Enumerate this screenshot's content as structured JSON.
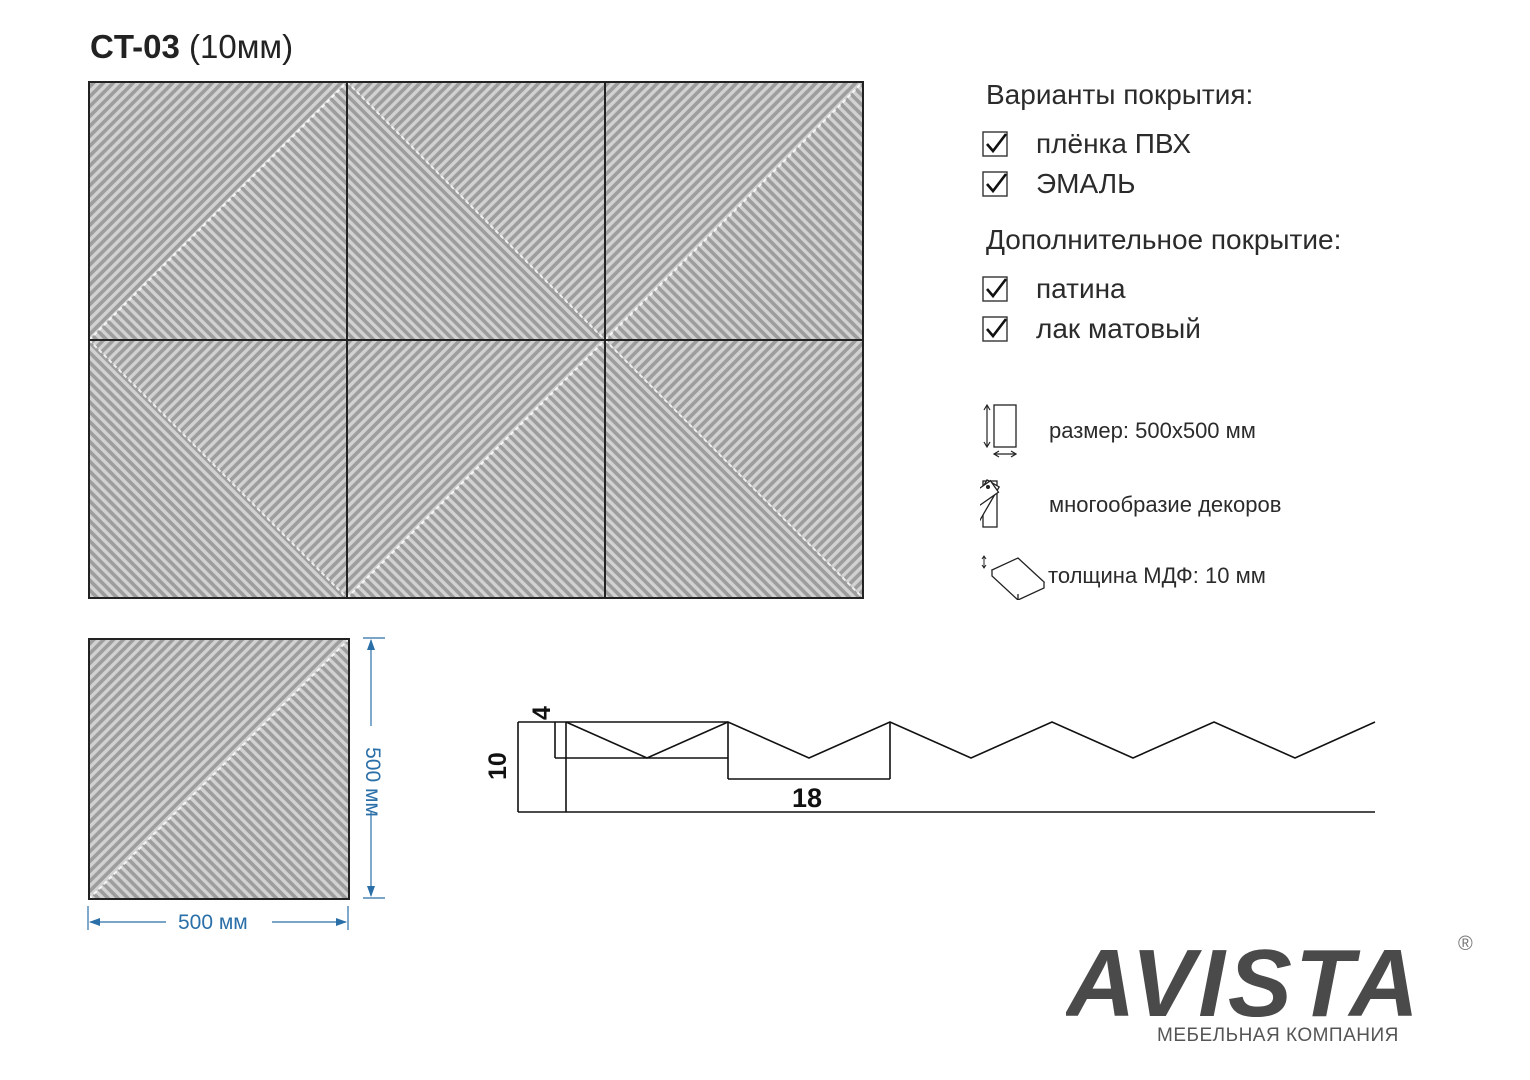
{
  "header": {
    "code": "CT-03",
    "thickness": "(10мм)"
  },
  "coating": {
    "heading": "Варианты покрытия:",
    "options": [
      {
        "label": "плёнка ПВХ",
        "checked": true
      },
      {
        "label": "ЭМАЛЬ",
        "checked": true
      }
    ]
  },
  "additional": {
    "heading": "Дополнительное покрытие:",
    "options": [
      {
        "label": "патина",
        "checked": true
      },
      {
        "label": "лак матовый",
        "checked": true
      }
    ]
  },
  "specs": {
    "size": "размер: 500х500 мм",
    "decors": "многообразие декоров",
    "thickness": "толщина МДФ: 10 мм"
  },
  "panel_dimensions": {
    "height": "500 мм",
    "width": "500 мм"
  },
  "profile": {
    "total_depth": "10",
    "groove_depth": "4",
    "pitch": "18"
  },
  "brand": {
    "name": "AVISTA",
    "registered": "®",
    "tagline": "МЕБЕЛЬНАЯ КОМПАНИЯ"
  },
  "colors": {
    "panel_fill": "#9d9d9d",
    "stripe": "#d2d2d2",
    "dimension": "#2a6fa8",
    "logo": "#4a4a4a"
  }
}
